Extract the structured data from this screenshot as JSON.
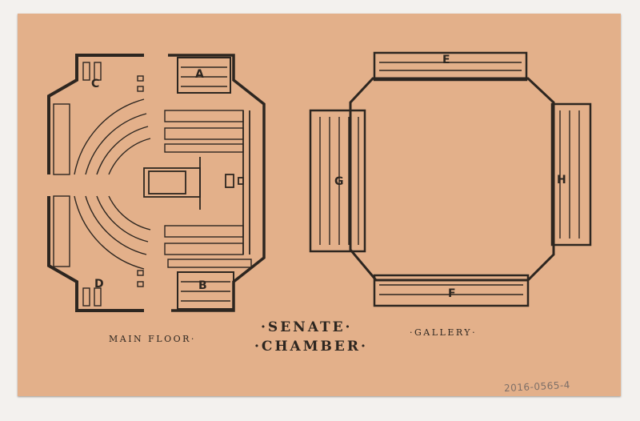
{
  "card": {
    "title_line1": "·SENATE·",
    "title_line2": "·CHAMBER·",
    "main_floor_caption": "MAIN FLOOR·",
    "gallery_caption": "·GALLERY·",
    "accession_number": "2016-0565-4"
  },
  "main_floor_sections": [
    "A",
    "B",
    "C",
    "D"
  ],
  "gallery_sections": [
    "E",
    "F",
    "G",
    "H"
  ],
  "colors": {
    "card": "#e3b08a",
    "ink": "#2d2620",
    "background": "#f3f1ee"
  }
}
